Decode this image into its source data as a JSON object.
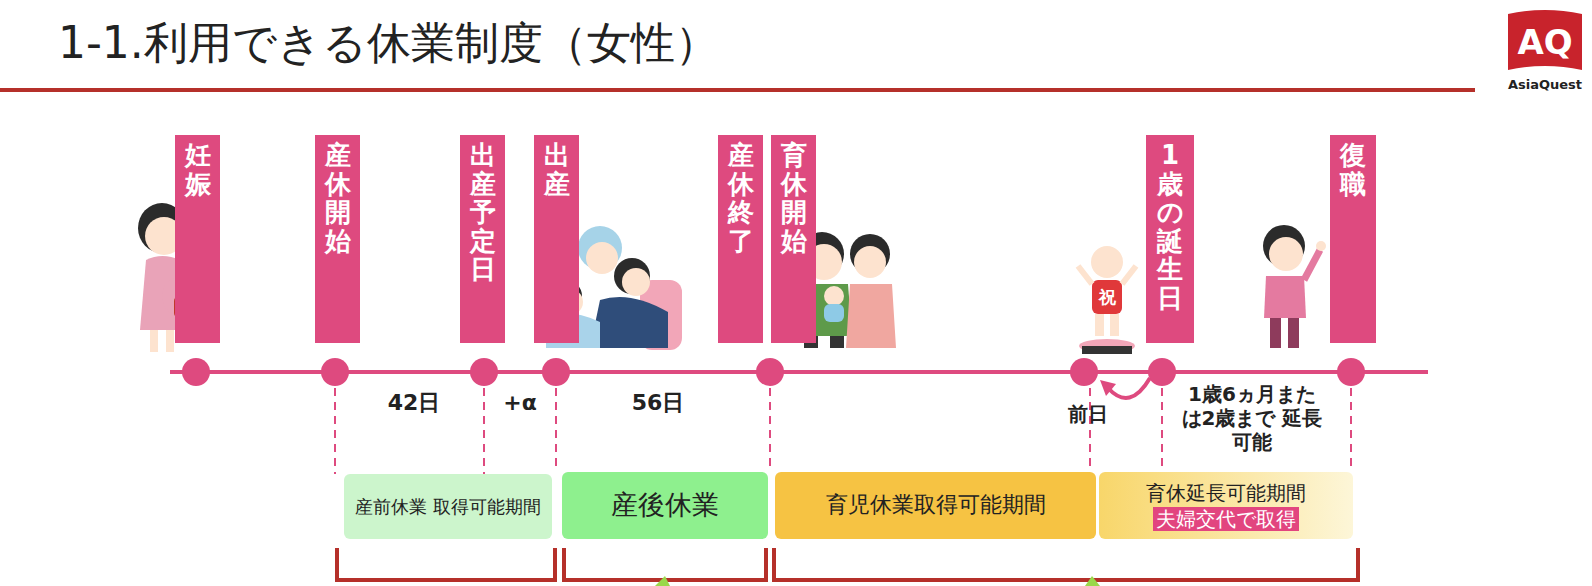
{
  "diagram": {
    "title": "1-1.利用できる休業制度（女性）",
    "nodes": [
      {
        "text": [
          "妊娠"
        ]
      },
      {
        "text": [
          "産休開始"
        ]
      },
      {
        "text": [
          "出産予定日"
        ]
      },
      {
        "text": [
          "出産"
        ]
      },
      {
        "text": [
          "産休終了"
        ]
      },
      {
        "text": [
          "育休開始"
        ]
      },
      {
        "text": [
          "1歳の誕生日"
        ]
      },
      {
        "text": [
          "復職"
        ]
      },
      {
        "text": [
          "産前休業 取得可能期間"
        ]
      },
      {
        "text": [
          "産後休業"
        ]
      },
      {
        "text": [
          "育児休業取得可能期間"
        ]
      },
      {
        "text": [
          "育休延長可能期間",
          "夫婦交代で取得"
        ]
      }
    ],
    "labels": [
      "AQ",
      "AsiaQuest",
      "祝",
      "42日",
      "+α",
      "56日",
      "前日",
      "1歳6ヵ月また は2歳まで 延長可能"
    ]
  }
}
